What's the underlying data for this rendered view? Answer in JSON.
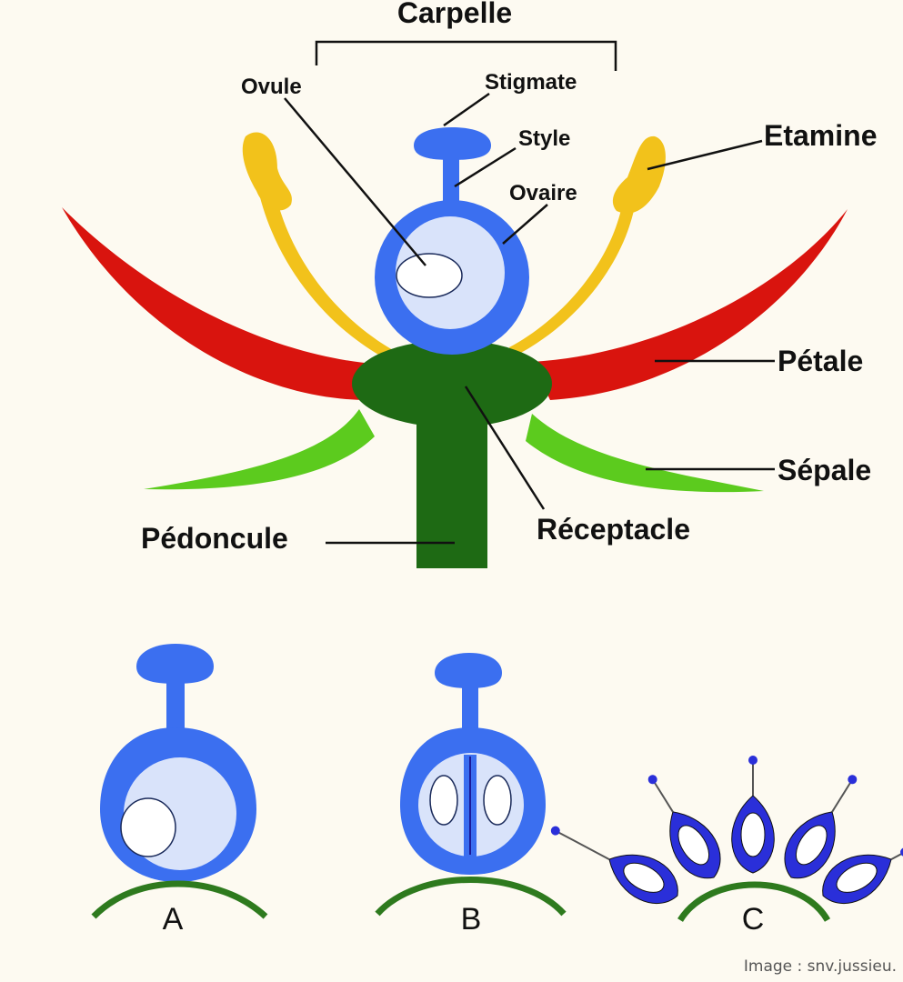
{
  "labels": {
    "carpelle": "Carpelle",
    "ovule": "Ovule",
    "stigmate": "Stigmate",
    "style": "Style",
    "ovaire": "Ovaire",
    "etamine": "Etamine",
    "petale": "Pétale",
    "sepale": "Sépale",
    "pedoncule": "Pédoncule",
    "receptacle": "Réceptacle"
  },
  "panels": {
    "a": "A",
    "b": "B",
    "c": "C"
  },
  "credit": "Image : snv.jussieu.",
  "colors": {
    "background": "#FDFAF1",
    "carpel": "#3B6FF0",
    "ovary_inner": "#D9E3FA",
    "stamen": "#F2C21B",
    "petal": "#D9140E",
    "sepal": "#5CCB1E",
    "receptacle": "#1E6A14",
    "panel_c": "#2A2FD9"
  }
}
